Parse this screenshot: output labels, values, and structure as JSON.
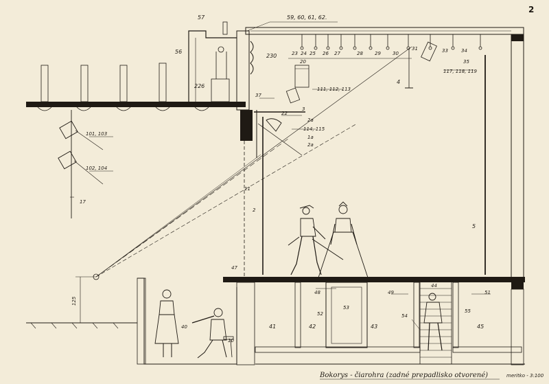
{
  "sheet": {
    "page_number": "2",
    "caption": "Bokorys - čiarohra (zadné prepadlisko otvorené)",
    "scale": "meritko - 3:100"
  },
  "labels": {
    "l57": "57",
    "l59": "59, 60, 61, 62.",
    "l56": "56",
    "l230": "230",
    "l226": "226",
    "l23": "23",
    "l24": "24",
    "l25": "25",
    "l26": "26",
    "l27": "27",
    "l28": "28",
    "l29": "29",
    "l30": "30",
    "l31": "31",
    "l33": "33",
    "l34": "34",
    "l35": "35",
    "l117": "117, 118, 119",
    "l20": "20",
    "l111": "111, 112, 113",
    "l4": "4",
    "l37": "37",
    "l3": "3",
    "l22": "22",
    "l2a_top": "2a",
    "l114": "114, 115",
    "l1a": "1a",
    "l2a_bot": "2a",
    "l101": "101, 103",
    "l102": "102, 104",
    "l17": "17",
    "l11": "11",
    "l2": "2",
    "l5": "5",
    "l47": "47",
    "l48": "48",
    "l49": "49",
    "l44": "44",
    "l51": "51",
    "l52": "52",
    "l53": "53",
    "l54": "54",
    "l55": "55",
    "l41": "41",
    "l42": "42",
    "l43": "43",
    "l45": "45",
    "l40": "40",
    "l10": "10",
    "l125": "125"
  }
}
